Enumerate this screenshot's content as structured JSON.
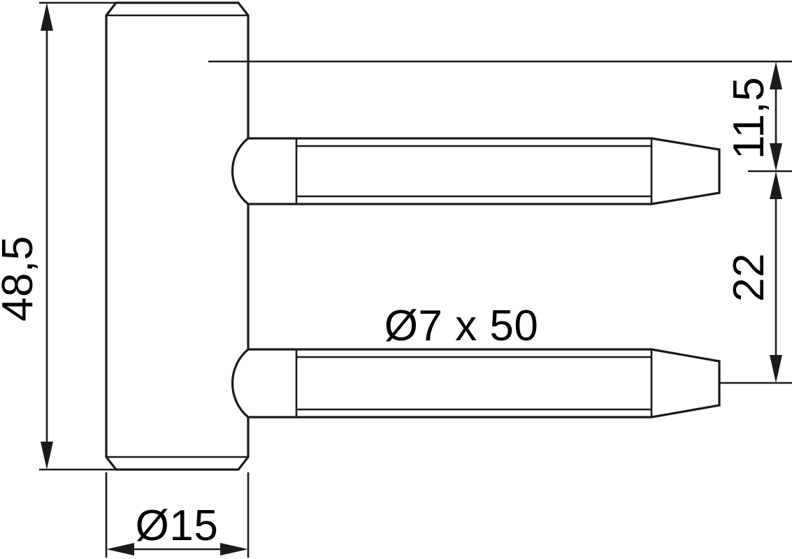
{
  "drawing": {
    "title": "Door hinge pin technical drawing",
    "background_color": "#ffffff",
    "line_color": "#1a1a1a",
    "dimensions": {
      "overall_height": "48,5",
      "plate_diameter": "Ø15",
      "pin_spec": "Ø7 x 50",
      "top_offset": "11,5",
      "pin_spacing": "22"
    },
    "labels": {
      "height_label": "48,5",
      "width_label": "Ø15",
      "pin_label": "Ø7 x 50",
      "offset_label": "11,5",
      "spacing_label": "22"
    }
  }
}
